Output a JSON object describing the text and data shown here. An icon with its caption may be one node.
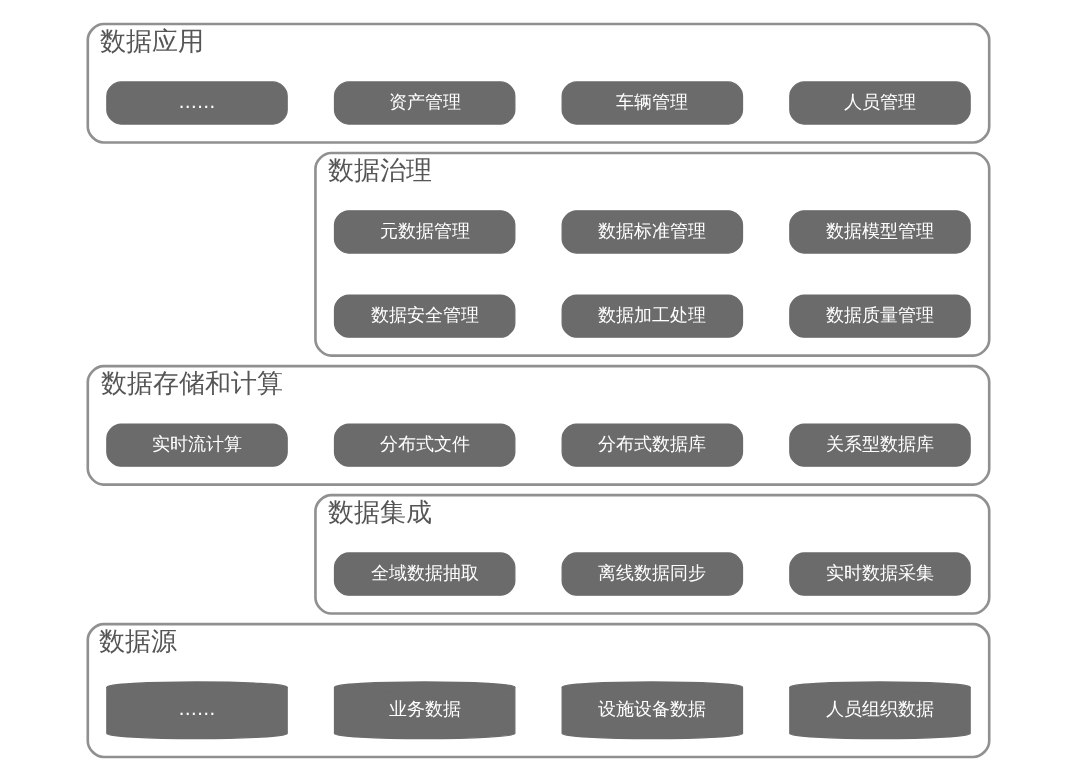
{
  "diagram": {
    "nodes": [
      {
        "text": [
          "数据应用"
        ]
      },
      {
        "text": [
          "人员管理"
        ],
        "in": 0
      },
      {
        "text": [
          "车辆管理"
        ],
        "in": 0
      },
      {
        "text": [
          "资产管理"
        ],
        "in": 0
      },
      {
        "text": [
          "……"
        ],
        "in": 0
      },
      {
        "text": [
          "数据治理"
        ]
      },
      {
        "text": [
          "数据模型管理"
        ],
        "in": 5
      },
      {
        "text": [
          "数据标准管理"
        ],
        "in": 5
      },
      {
        "text": [
          "元数据管理"
        ],
        "in": 5
      },
      {
        "text": [
          "数据质量管理"
        ],
        "in": 5
      },
      {
        "text": [
          "数据加工处理"
        ],
        "in": 5
      },
      {
        "text": [
          "数据安全管理"
        ],
        "in": 5
      },
      {
        "text": [
          "数据存储和计算"
        ]
      },
      {
        "text": [
          "关系型数据库"
        ],
        "in": 12
      },
      {
        "text": [
          "分布式数据库"
        ],
        "in": 12
      },
      {
        "text": [
          "分布式文件"
        ],
        "in": 12
      },
      {
        "text": [
          "实时流计算"
        ],
        "in": 12
      },
      {
        "text": [
          "数据集成"
        ]
      },
      {
        "text": [
          "实时数据采集"
        ],
        "in": 17
      },
      {
        "text": [
          "离线数据同步"
        ],
        "in": 17
      },
      {
        "text": [
          "全域数据抽取"
        ],
        "in": 17
      },
      {
        "text": [
          "数据源"
        ]
      },
      {
        "text": [
          "人员组织数据"
        ],
        "in": 21
      },
      {
        "text": [
          "设施设备数据"
        ],
        "in": 21
      },
      {
        "text": [
          "业务数据"
        ],
        "in": 21
      },
      {
        "text": [
          "……"
        ],
        "in": 21
      }
    ],
    "edges": []
  }
}
